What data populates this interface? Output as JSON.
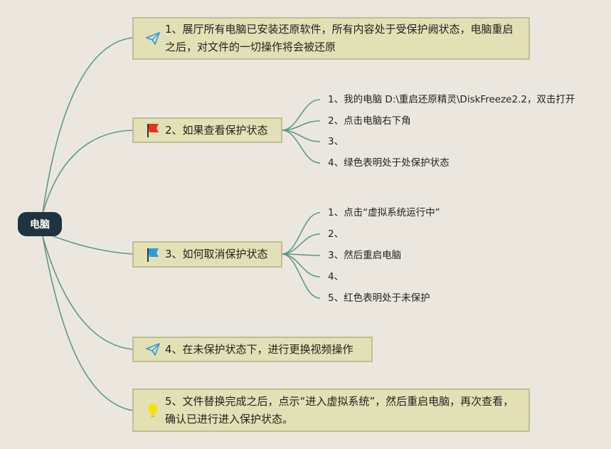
{
  "root": {
    "label": "电脑"
  },
  "topics": [
    {
      "text": "1、展厅所有电脑已安装还原软件，所有内容处于受保护阙状态，电脑重启之后，对文件的一切操作将会被还原",
      "icon": "paper-plane-icon"
    },
    {
      "text": "2、如果查看保护状态",
      "icon": "red-flag-icon"
    },
    {
      "text": "3、如何取消保护状态",
      "icon": "blue-flag-icon"
    },
    {
      "text": "4、在未保护状态下，进行更换视频操作",
      "icon": "paper-plane-icon"
    },
    {
      "text": "5、文件替换完成之后，点示“进入虚拟系统”，然后重启电脑，再次查看，确认已进行进入保护状态。",
      "icon": "lightbulb-icon"
    }
  ],
  "subtopics_2": [
    "1、我的电脑 D:\\重启还原精灵\\DiskFreeze2.2，双击打开",
    "2、点击电脑右下角",
    "3、",
    "4、绿色表明处于处保护状态"
  ],
  "subtopics_3": [
    "1、点击“虚拟系统运行中”",
    "2、",
    "3、然后重启电脑",
    "4、",
    "5、红色表明处于未保护"
  ],
  "colors": {
    "background": "#ebe7df",
    "root": "#1f3440",
    "topic_fill": "#e3e0b6",
    "topic_border": "#bdbf93",
    "connector": "#5f9a85",
    "red_flag": "#e8321c",
    "blue_flag": "#2a9be0",
    "plane": "#2a9be0",
    "bulb": "#f3e300"
  }
}
